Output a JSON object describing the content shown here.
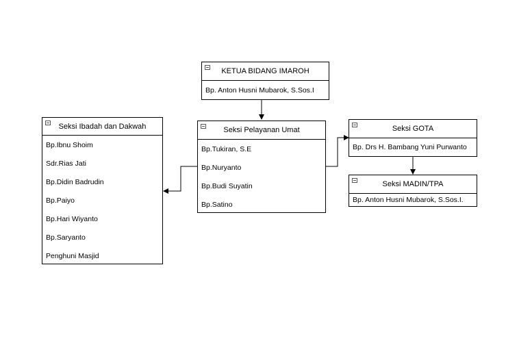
{
  "boxes": {
    "ketua": {
      "title": "KETUA BIDANG IMAROH",
      "rows": [
        "Bp. Anton Husni Mubarok, S.Sos.I"
      ]
    },
    "ibadah": {
      "title": "Seksi Ibadah dan Dakwah",
      "rows": [
        "Bp.Ibnu Shoim",
        "Sdr.Rias Jati",
        "Bp.Didin Badrudin",
        "Bp.Paiyo",
        "Bp.Hari Wiyanto",
        "Bp.Saryanto",
        "Penghuni Masjid"
      ]
    },
    "pelayanan": {
      "title": "Seksi Pelayanan Umat",
      "rows": [
        "Bp.Tukiran, S.E",
        "Bp.Nuryanto",
        "Bp.Budi Suyatin",
        "Bp.Satino"
      ]
    },
    "gota": {
      "title": "Seksi GOTA",
      "rows": [
        "Bp. Drs H. Bambang Yuni Purwanto"
      ]
    },
    "madin": {
      "title": "Seksi MADIN/TPA",
      "rows": [
        "Bp. Anton Husni Mubarok, S.Sos.I."
      ]
    }
  },
  "colors": {
    "line": "#000000",
    "background": "#ffffff",
    "collapse_icon": "#555555"
  },
  "icons": {
    "collapse": "collapse-minus-icon"
  }
}
